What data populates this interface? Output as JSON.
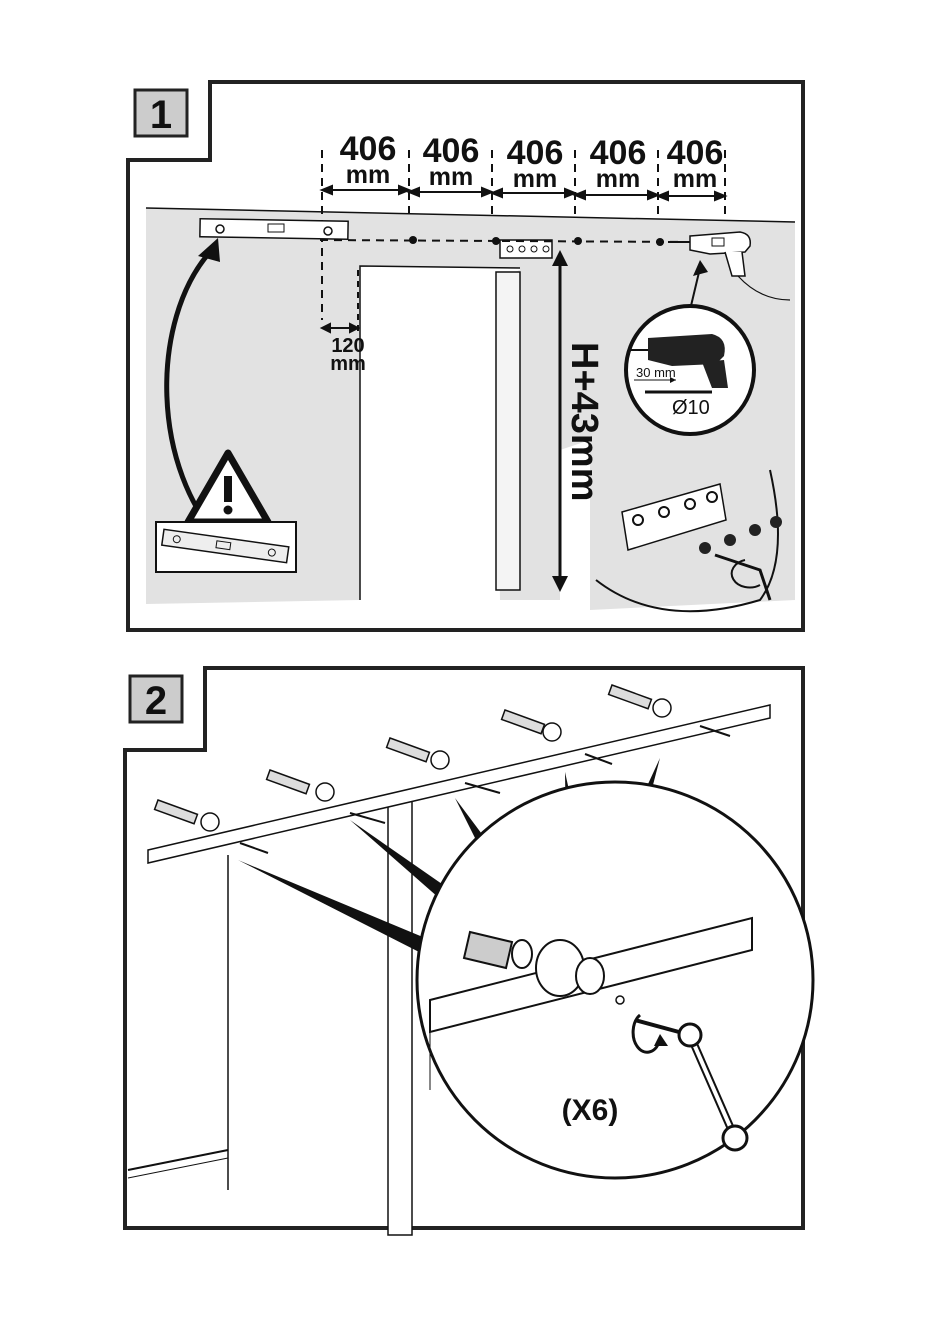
{
  "step1": {
    "number": "1",
    "spacings": [
      {
        "num": "406",
        "unit": "mm"
      },
      {
        "num": "406",
        "unit": "mm"
      },
      {
        "num": "406",
        "unit": "mm"
      },
      {
        "num": "406",
        "unit": "mm"
      },
      {
        "num": "406",
        "unit": "mm"
      }
    ],
    "edge_offset": {
      "num": "120",
      "unit": "mm"
    },
    "height_label": "H+43mm",
    "drill_depth": "30 mm",
    "drill_diameter": "Ø10",
    "icons": [
      "spirit-level-icon",
      "warning-triangle-icon",
      "drill-icon",
      "hex-key-icon"
    ]
  },
  "step2": {
    "number": "2",
    "quantity": "(X6)",
    "icons": [
      "wall-bolt-icon",
      "spanner-icon",
      "rotate-arrow-icon"
    ]
  },
  "colors": {
    "line": "#111111",
    "frame": "#222222",
    "badge": "#cccccc",
    "paper": "#ffffff"
  }
}
